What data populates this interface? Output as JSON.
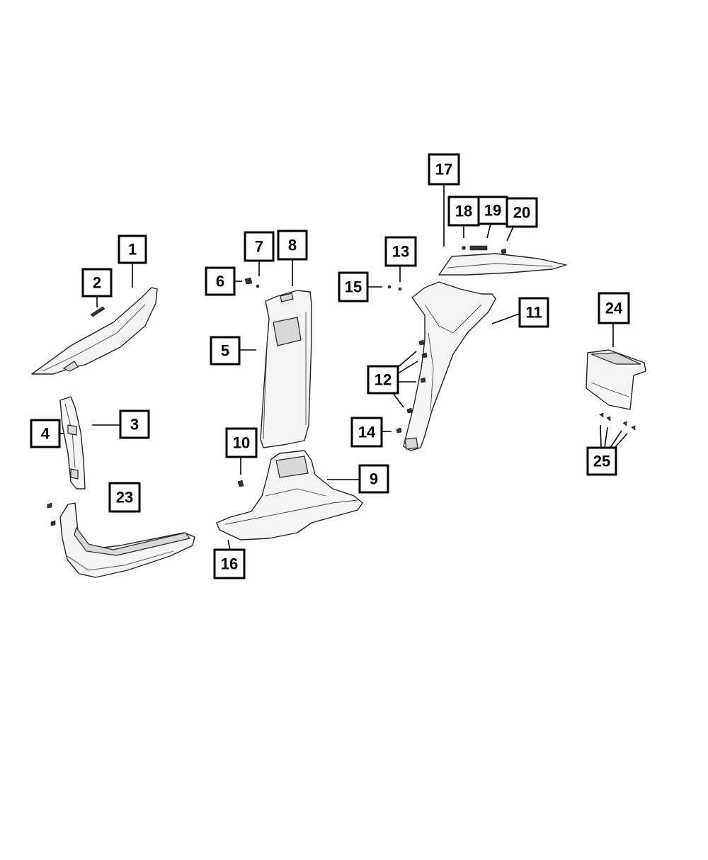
{
  "callouts": {
    "c1": "1",
    "c2": "2",
    "c3": "3",
    "c4": "4",
    "c5": "5",
    "c6": "6",
    "c7": "7",
    "c8": "8",
    "c9": "9",
    "c10": "10",
    "c11": "11",
    "c12": "12",
    "c13": "13",
    "c14": "14",
    "c15": "15",
    "c16": "16",
    "c17": "17",
    "c18": "18",
    "c19": "19",
    "c20": "20",
    "c23": "23",
    "c24": "24",
    "c25": "25"
  }
}
